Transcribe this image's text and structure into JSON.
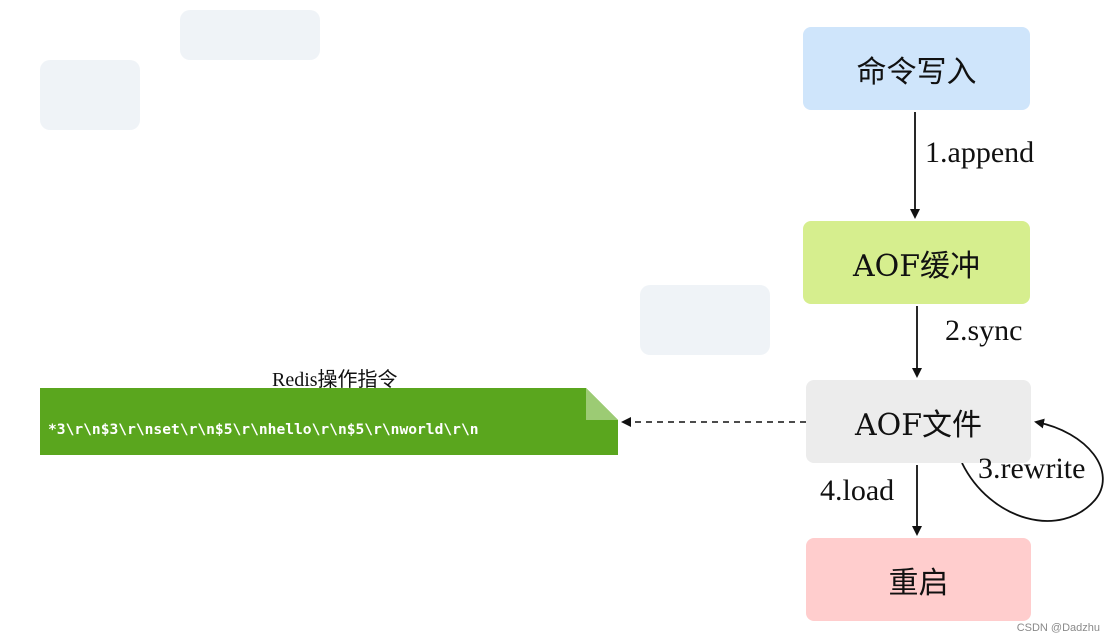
{
  "nodes": {
    "write": "命令写入",
    "buffer": "AOF缓冲",
    "file": "AOF文件",
    "restart": "重启"
  },
  "edges": {
    "append": "1.append",
    "sync": "2.sync",
    "rewrite": "3.rewrite",
    "load": "4.load"
  },
  "redis_doc": {
    "title": "Redis操作指令",
    "content": "*3\\r\\n$3\\r\\nset\\r\\n$5\\r\\nhello\\r\\n$5\\r\\nworld\\r\\n"
  },
  "watermark": "CSDN @Dadzhu",
  "colors": {
    "write_fill": "#cfe5fb",
    "buffer_fill": "#d6ee8e",
    "file_fill": "#ececec",
    "restart_fill": "#ffcdcd",
    "doc_fill": "#5aa61e",
    "doc_fold": "#9ccb74"
  }
}
